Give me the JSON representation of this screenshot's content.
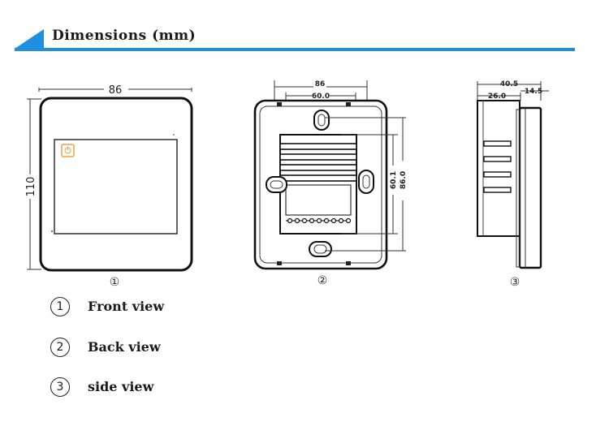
{
  "header": {
    "title": "Dimensions (mm)"
  },
  "colors": {
    "accent": "#1f8fe0",
    "icon_orange": "#f0a040"
  },
  "front": {
    "width_label": "86",
    "height_label": "110",
    "view_number": "①"
  },
  "back": {
    "top_outer": "86",
    "top_inner": "60.0",
    "right_outer": "86.0",
    "right_inner": "60.1",
    "view_number": "②"
  },
  "side": {
    "top_outer": "40.5",
    "top_left": "26.0",
    "top_right": "14.5",
    "view_number": "③"
  },
  "legend": {
    "items": [
      {
        "number": "1",
        "label": "Front view"
      },
      {
        "number": "2",
        "label": "Back view"
      },
      {
        "number": "3",
        "label": "side view"
      }
    ]
  }
}
